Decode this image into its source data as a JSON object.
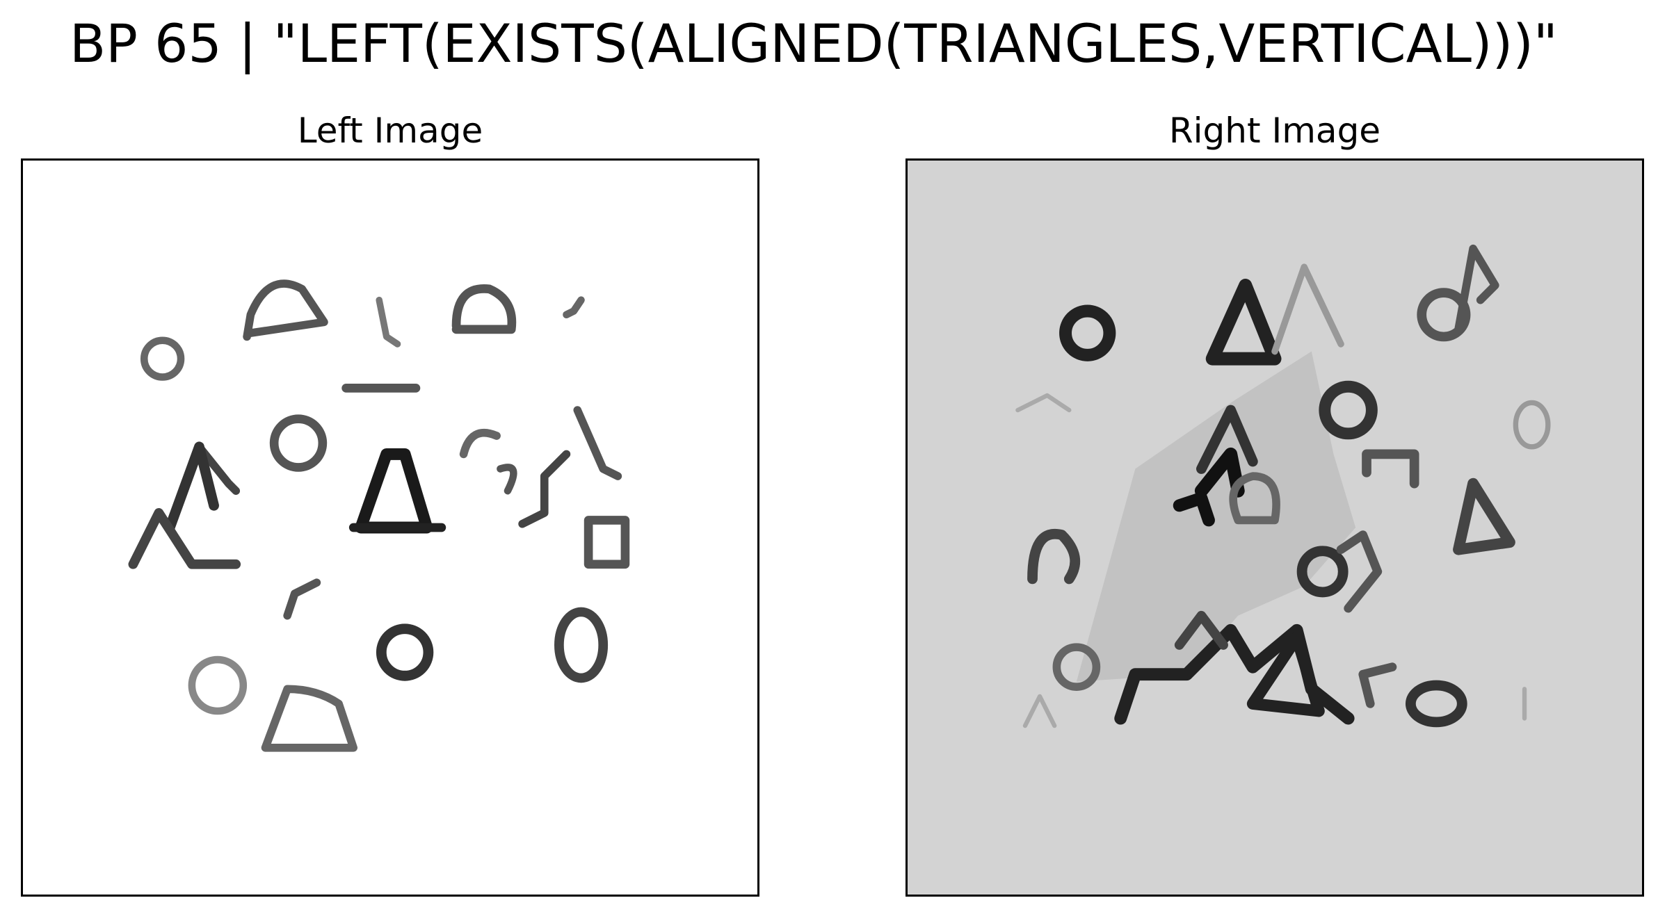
{
  "figure": {
    "title": "BP 65 | \"LEFT(EXISTS(ALIGNED(TRIANGLES,VERTICAL)))\""
  },
  "panels": {
    "left": {
      "title": "Left Image",
      "background": "#ffffff"
    },
    "right": {
      "title": "Right Image",
      "background": "#d3d3d3"
    }
  },
  "colors": {
    "ink": "#2a2a2a",
    "ink_light": "#7a7a7a",
    "blob": "#bdbdbd"
  }
}
